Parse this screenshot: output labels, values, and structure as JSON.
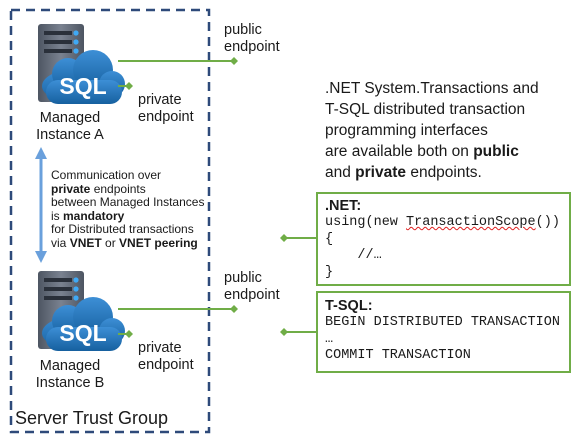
{
  "colors": {
    "dashed_border": "#2e4a7a",
    "sql_cloud": "#1f6fb5",
    "server_body": "#5a6270",
    "connector": "#70ad47",
    "arrow": "#6aa0dc"
  },
  "icons": [
    "sql-server-icon",
    "sql-server-icon"
  ],
  "instance_a": {
    "cloud_text": "SQL",
    "name_line1": "Managed",
    "name_line2": "Instance A",
    "public_line1": "public",
    "public_line2": "endpoint",
    "private_line1": "private",
    "private_line2": "endpoint"
  },
  "instance_b": {
    "cloud_text": "SQL",
    "name_line1": "Managed",
    "name_line2": "Instance B",
    "public_line1": "public",
    "public_line2": "endpoint",
    "private_line1": "private",
    "private_line2": "endpoint"
  },
  "communication": {
    "l1": "Communication over",
    "l2_bold": "private",
    "l2_rest": " endpoints",
    "l3": "between Managed Instances",
    "l4_pre": "is ",
    "l4_bold": "mandatory",
    "l5": "for Distributed transactions",
    "l6_pre": "via ",
    "l6_b1": "VNET",
    "l6_mid": " or ",
    "l6_b2": "VNET peering"
  },
  "description": {
    "l1": ".NET System.Transactions and",
    "l2": "T-SQL distributed transaction",
    "l3": "programming interfaces",
    "l4_pre": "are available both on ",
    "l4_bold": "public",
    "l5_pre": "and ",
    "l5_bold": "private",
    "l5_post": " endpoints."
  },
  "dotnet_box": {
    "header": ".NET:",
    "line1_pre": "using(new ",
    "line1_class": "TransactionScope",
    "line1_post": "())",
    "line2": "{",
    "line3": "    //…",
    "line4": "}"
  },
  "tsql_box": {
    "header": "T-SQL:",
    "line1": "BEGIN DISTRIBUTED TRANSACTION",
    "line2": "…",
    "line3": "COMMIT TRANSACTION"
  },
  "group_label": "Server Trust Group"
}
